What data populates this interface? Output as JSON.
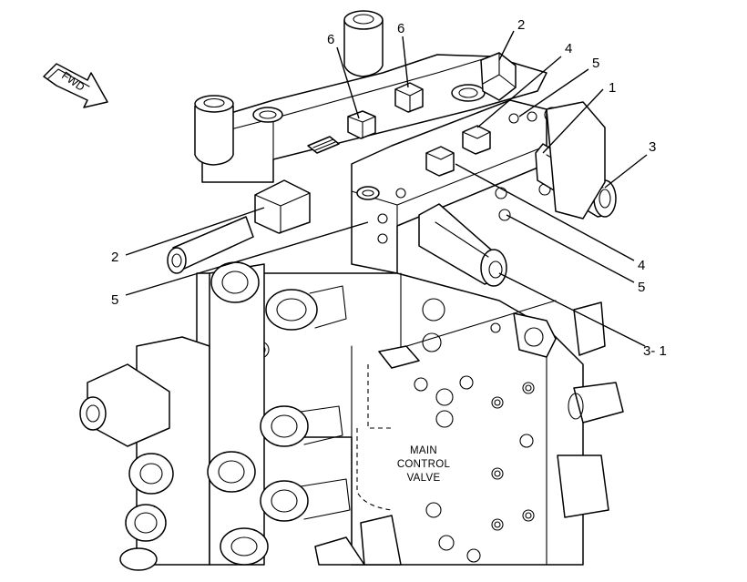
{
  "diagram": {
    "fwd_label": "FWD",
    "caption": [
      "MAIN",
      "CONTROL",
      "VALVE"
    ],
    "callouts": [
      "6",
      "6",
      "2",
      "4",
      "5",
      "1",
      "3",
      "2",
      "5",
      "4",
      "5",
      "3- 1"
    ]
  }
}
